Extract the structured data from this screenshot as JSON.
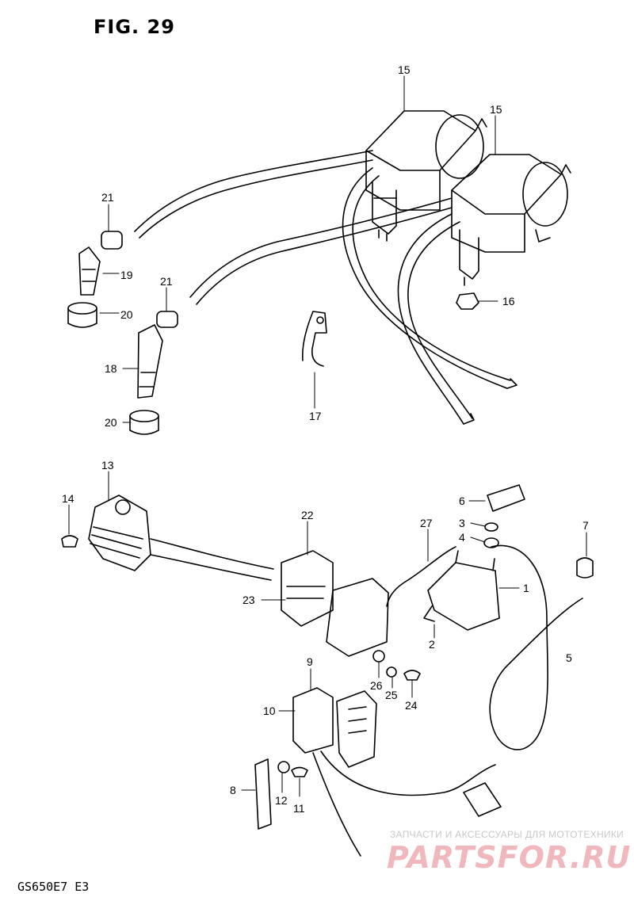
{
  "figure_title": "FIG. 29",
  "model_code": "GS650E7 E3",
  "watermark": {
    "tagline": "ЗАПЧАСТИ И АКСЕССУАРЫ ДЛЯ МОТОТЕХНИКИ",
    "logo": "PARTSFOR.RU"
  },
  "colors": {
    "line": "#000000",
    "watermark_text": "#c8c8c8",
    "watermark_logo": "#f0b8bc"
  },
  "callouts": {
    "c1": "1",
    "c2": "2",
    "c3": "3",
    "c4": "4",
    "c5": "5",
    "c6": "6",
    "c7": "7",
    "c8": "8",
    "c9": "9",
    "c10": "10",
    "c11": "11",
    "c12": "12",
    "c13": "13",
    "c14": "14",
    "c15a": "15",
    "c15b": "15",
    "c16": "16",
    "c17": "17",
    "c18": "18",
    "c19": "19",
    "c20a": "20",
    "c20b": "20",
    "c21a": "21",
    "c21b": "21",
    "c22": "22",
    "c23": "23",
    "c24": "24",
    "c25": "25",
    "c26": "26",
    "c27": "27"
  }
}
